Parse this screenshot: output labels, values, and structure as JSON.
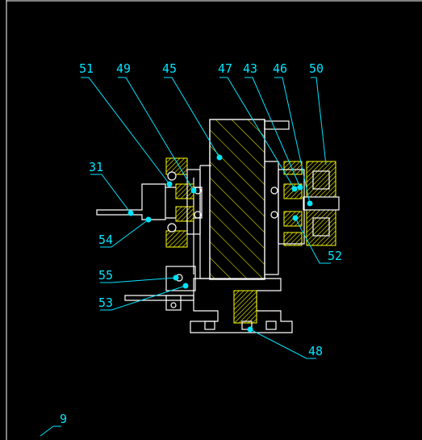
{
  "drawing": {
    "callouts": [
      {
        "id": "51",
        "text": "51"
      },
      {
        "id": "49",
        "text": "49"
      },
      {
        "id": "45",
        "text": "45"
      },
      {
        "id": "47",
        "text": "47"
      },
      {
        "id": "43",
        "text": "43"
      },
      {
        "id": "46",
        "text": "46"
      },
      {
        "id": "50",
        "text": "50"
      },
      {
        "id": "31",
        "text": "31"
      },
      {
        "id": "54",
        "text": "54"
      },
      {
        "id": "52",
        "text": "52"
      },
      {
        "id": "55",
        "text": "55"
      },
      {
        "id": "53",
        "text": "53"
      },
      {
        "id": "48",
        "text": "48"
      },
      {
        "id": "9",
        "text": "9"
      }
    ],
    "colors": {
      "background": "#000000",
      "outline": "#ffffff",
      "section_hatch": "#ffff00",
      "callout": "#00e5ff"
    }
  }
}
